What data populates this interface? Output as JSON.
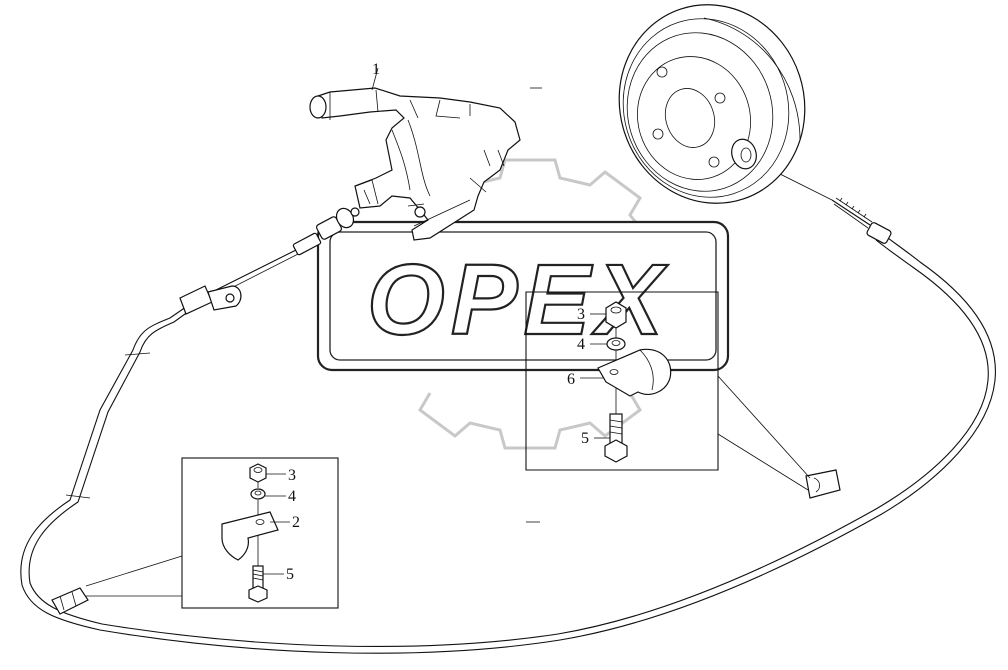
{
  "watermark": {
    "text": "OPEX"
  },
  "callouts": {
    "main_assembly": "1",
    "left_inset": {
      "nut": "3",
      "washer": "4",
      "clamp": "2",
      "bolt": "5"
    },
    "right_inset": {
      "nut": "3",
      "washer": "4",
      "clamp": "6",
      "bolt": "5"
    }
  }
}
